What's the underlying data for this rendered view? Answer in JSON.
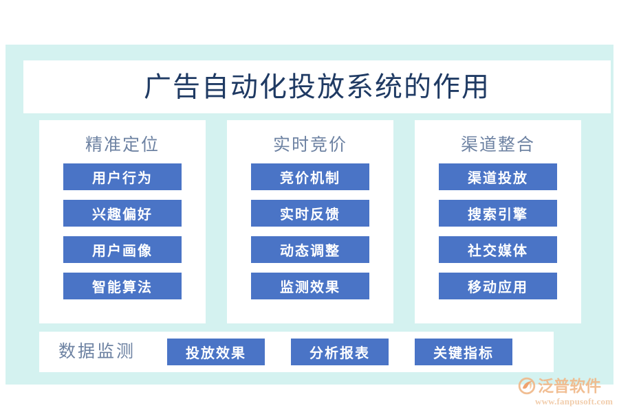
{
  "title": "广告自动化投放系统的作用",
  "colors": {
    "panel_bg": "#d4f2f0",
    "card_bg": "#ffffff",
    "chip_blue": "#4a74c6",
    "title_navy": "#1f3a63",
    "header_grayblue": "#6d82a2",
    "watermark_orange": "#f0b98a"
  },
  "columns": [
    {
      "header": "精准定位",
      "items": [
        "用户行为",
        "兴趣偏好",
        "用户画像",
        "智能算法"
      ]
    },
    {
      "header": "实时竞价",
      "items": [
        "竞价机制",
        "实时反馈",
        "动态调整",
        "监测效果"
      ]
    },
    {
      "header": "渠道整合",
      "items": [
        "渠道投放",
        "搜索引擎",
        "社交媒体",
        "移动应用"
      ]
    }
  ],
  "bottom": {
    "label": "数据监测",
    "items": [
      "投放效果",
      "分析报表",
      "关键指标"
    ]
  },
  "watermark": {
    "mark_icon": "fanpu-swoosh-logo-icon",
    "name": "泛普软件",
    "url": "www.fanpusoft.com"
  }
}
